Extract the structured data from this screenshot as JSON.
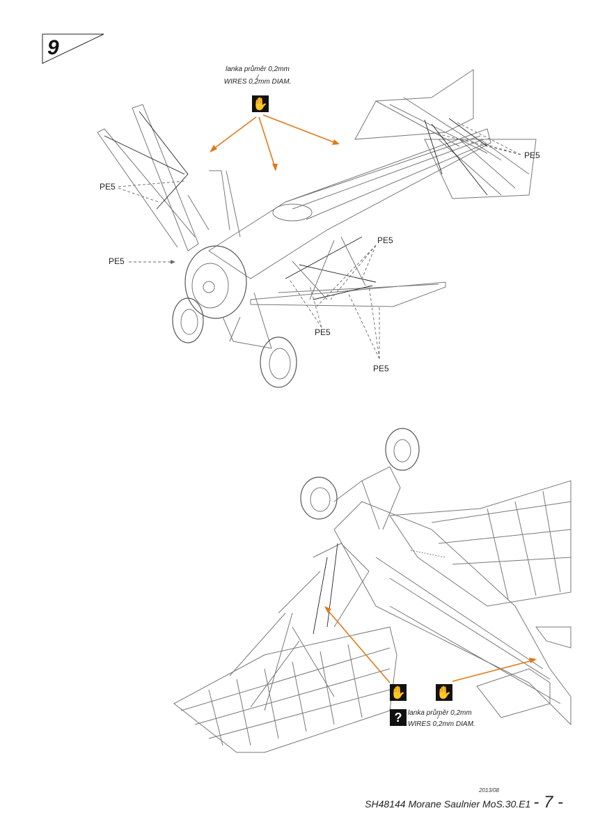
{
  "step": {
    "number": "9"
  },
  "top_note": {
    "line1": "lanka průměr 0,2mm",
    "line2": "WIRES 0,2mm DIAM."
  },
  "callouts": {
    "pe5_tail": "PE5",
    "pe5_left_wing": "PE5",
    "pe5_left_arrow": "PE5",
    "pe5_mid_top": "PE5",
    "pe5_mid_bottom": "PE5",
    "pe5_bottom": "PE5"
  },
  "bottom_note": {
    "line1": "lanka průměr 0,2mm",
    "line2": "WIRES 0,2mm DIAM.",
    "question": "?"
  },
  "footer": {
    "date": "2013/08",
    "title": "SH48144 Morane Saulnier MoS.30.E1",
    "page": "- 7 -"
  },
  "icons": {
    "hand": "hand-glue-icon",
    "question": "question-icon"
  },
  "colors": {
    "arrow": "#e07a1a",
    "icon_bg": "#111111"
  }
}
